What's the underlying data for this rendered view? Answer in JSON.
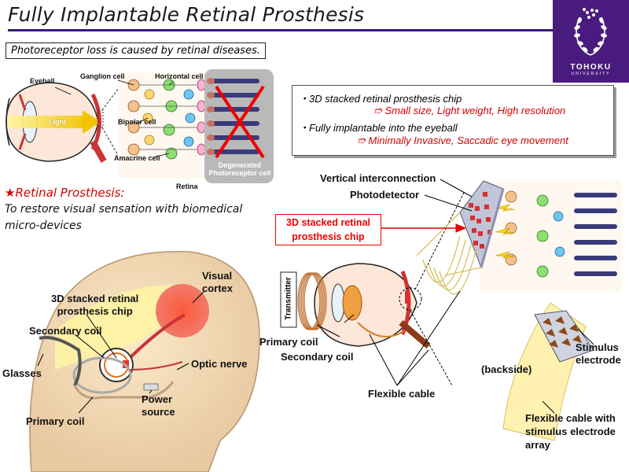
{
  "title": "Fully Implantable Retinal Prosthesis",
  "logo": {
    "name": "TOHOKU",
    "sub": "UNIVERSITY",
    "brand_color": "#4a1b7e"
  },
  "subtitle": "Photoreceptor loss is caused by retinal diseases.",
  "eye_labels": {
    "eyeball": "Eyeball",
    "light": "Light",
    "ganglion": "Ganglion cell",
    "horizontal": "Horizontal cell",
    "bipolar": "Bipolar cell",
    "amacrine": "Amacrine cell",
    "degenerated": "Degenerated\nPhotoreceptor cell",
    "retina": "Retina"
  },
  "features": {
    "line1": "・3D stacked retinal prosthesis chip",
    "line1_result": "➱ Small size, Light weight, High resolution",
    "line2": "・Fully implantable into the eyeball",
    "line2_result": "➱ Minimally Invasive, Saccadic eye movement"
  },
  "retinal_prosthesis": {
    "heading": "★Retinal Prosthesis:",
    "body": "To restore visual sensation with biomedical micro-devices"
  },
  "head_labels": {
    "visual_cortex": "Visual\ncortex",
    "chip": "3D stacked retinal\nprosthesis chip",
    "secondary_coil": "Secondary coil",
    "glasses": "Glasses",
    "optic_nerve": "Optic nerve",
    "power_source": "Power\nsource",
    "primary_coil": "Primary coil"
  },
  "right_labels": {
    "vertical_interconnection": "Vertical interconnection",
    "photodetector": "Photodetector",
    "chip_callout": "3D stacked retinal\nprosthesis chip",
    "transmitter": "Transmitter",
    "primary_coil": "Primary coil",
    "secondary_coil": "Secondary coil",
    "flexible_cable": "Flexible cable",
    "stimulus_electrode": "Stimulus\nelectrode",
    "backside": "(backside)",
    "cable_array": "Flexible cable with\nstimulus electrode\narray"
  },
  "colors": {
    "accent_red": "#d20000",
    "title_rule": "#3a1a78"
  }
}
